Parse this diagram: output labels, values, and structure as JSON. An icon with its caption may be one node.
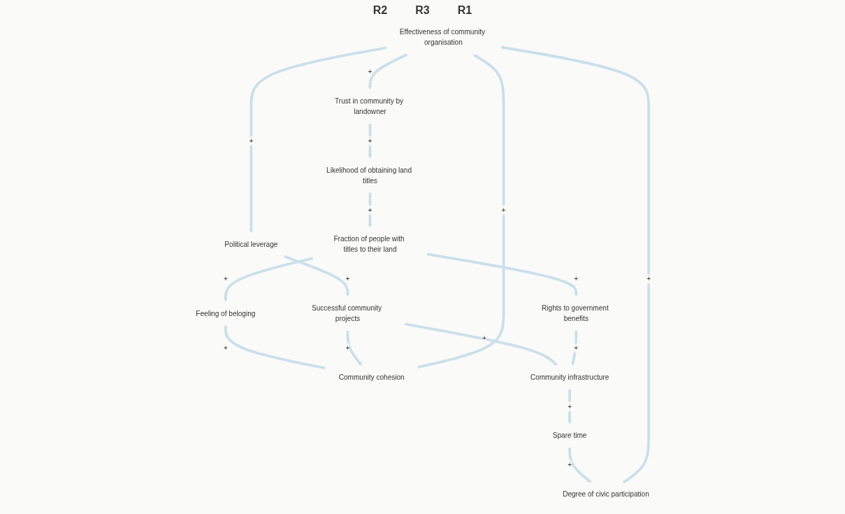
{
  "diagram": {
    "nodes": [
      {
        "text": [
          "Effectiveness of community organisation"
        ]
      },
      {
        "text": [
          "Degree of civic participation"
        ]
      },
      {
        "text": [
          "Political leverage"
        ]
      },
      {
        "text": [
          "Trust in community by landowner"
        ]
      },
      {
        "text": [
          "Community cohesion"
        ]
      },
      {
        "text": [
          "Spare time"
        ]
      },
      {
        "text": [
          "Successful community projects"
        ]
      },
      {
        "text": [
          "Feeling of beloging"
        ]
      },
      {
        "text": [
          "Community infrastructure"
        ]
      },
      {
        "text": [
          "Likelihood of obtaining land titles"
        ]
      },
      {
        "text": [
          "Fraction of people with titles to their land"
        ]
      },
      {
        "text": [
          "Rights to government benefits"
        ]
      }
    ],
    "edges": [
      {
        "from": 0,
        "to": 3,
        "arrow": "to",
        "label": "+"
      },
      {
        "from": 0,
        "to": 2,
        "arrow": "to",
        "label": "+"
      },
      {
        "from": 2,
        "to": 6,
        "arrow": "to",
        "label": "+"
      },
      {
        "from": 3,
        "to": 9,
        "arrow": "to",
        "label": "+"
      },
      {
        "from": 9,
        "to": 10,
        "arrow": "to",
        "label": "+"
      },
      {
        "from": 10,
        "to": 7,
        "arrow": "to",
        "label": "+"
      },
      {
        "from": 10,
        "to": 11,
        "arrow": "to",
        "label": "+"
      },
      {
        "from": 7,
        "to": 4,
        "arrow": "to",
        "label": "+"
      },
      {
        "from": 6,
        "to": 4,
        "arrow": "to",
        "label": "+"
      },
      {
        "from": 6,
        "to": 8,
        "arrow": "to",
        "label": "+"
      },
      {
        "from": 11,
        "to": 8,
        "arrow": "to",
        "label": "+"
      },
      {
        "from": 8,
        "to": 5,
        "arrow": "to",
        "label": "+"
      },
      {
        "from": 5,
        "to": 1,
        "arrow": "to",
        "label": "+"
      },
      {
        "from": 1,
        "to": 0,
        "arrow": "to",
        "label": "+"
      },
      {
        "from": 4,
        "to": 0,
        "arrow": "to",
        "label": "+"
      }
    ],
    "labels": [
      "R2",
      "R3",
      "R1"
    ]
  }
}
